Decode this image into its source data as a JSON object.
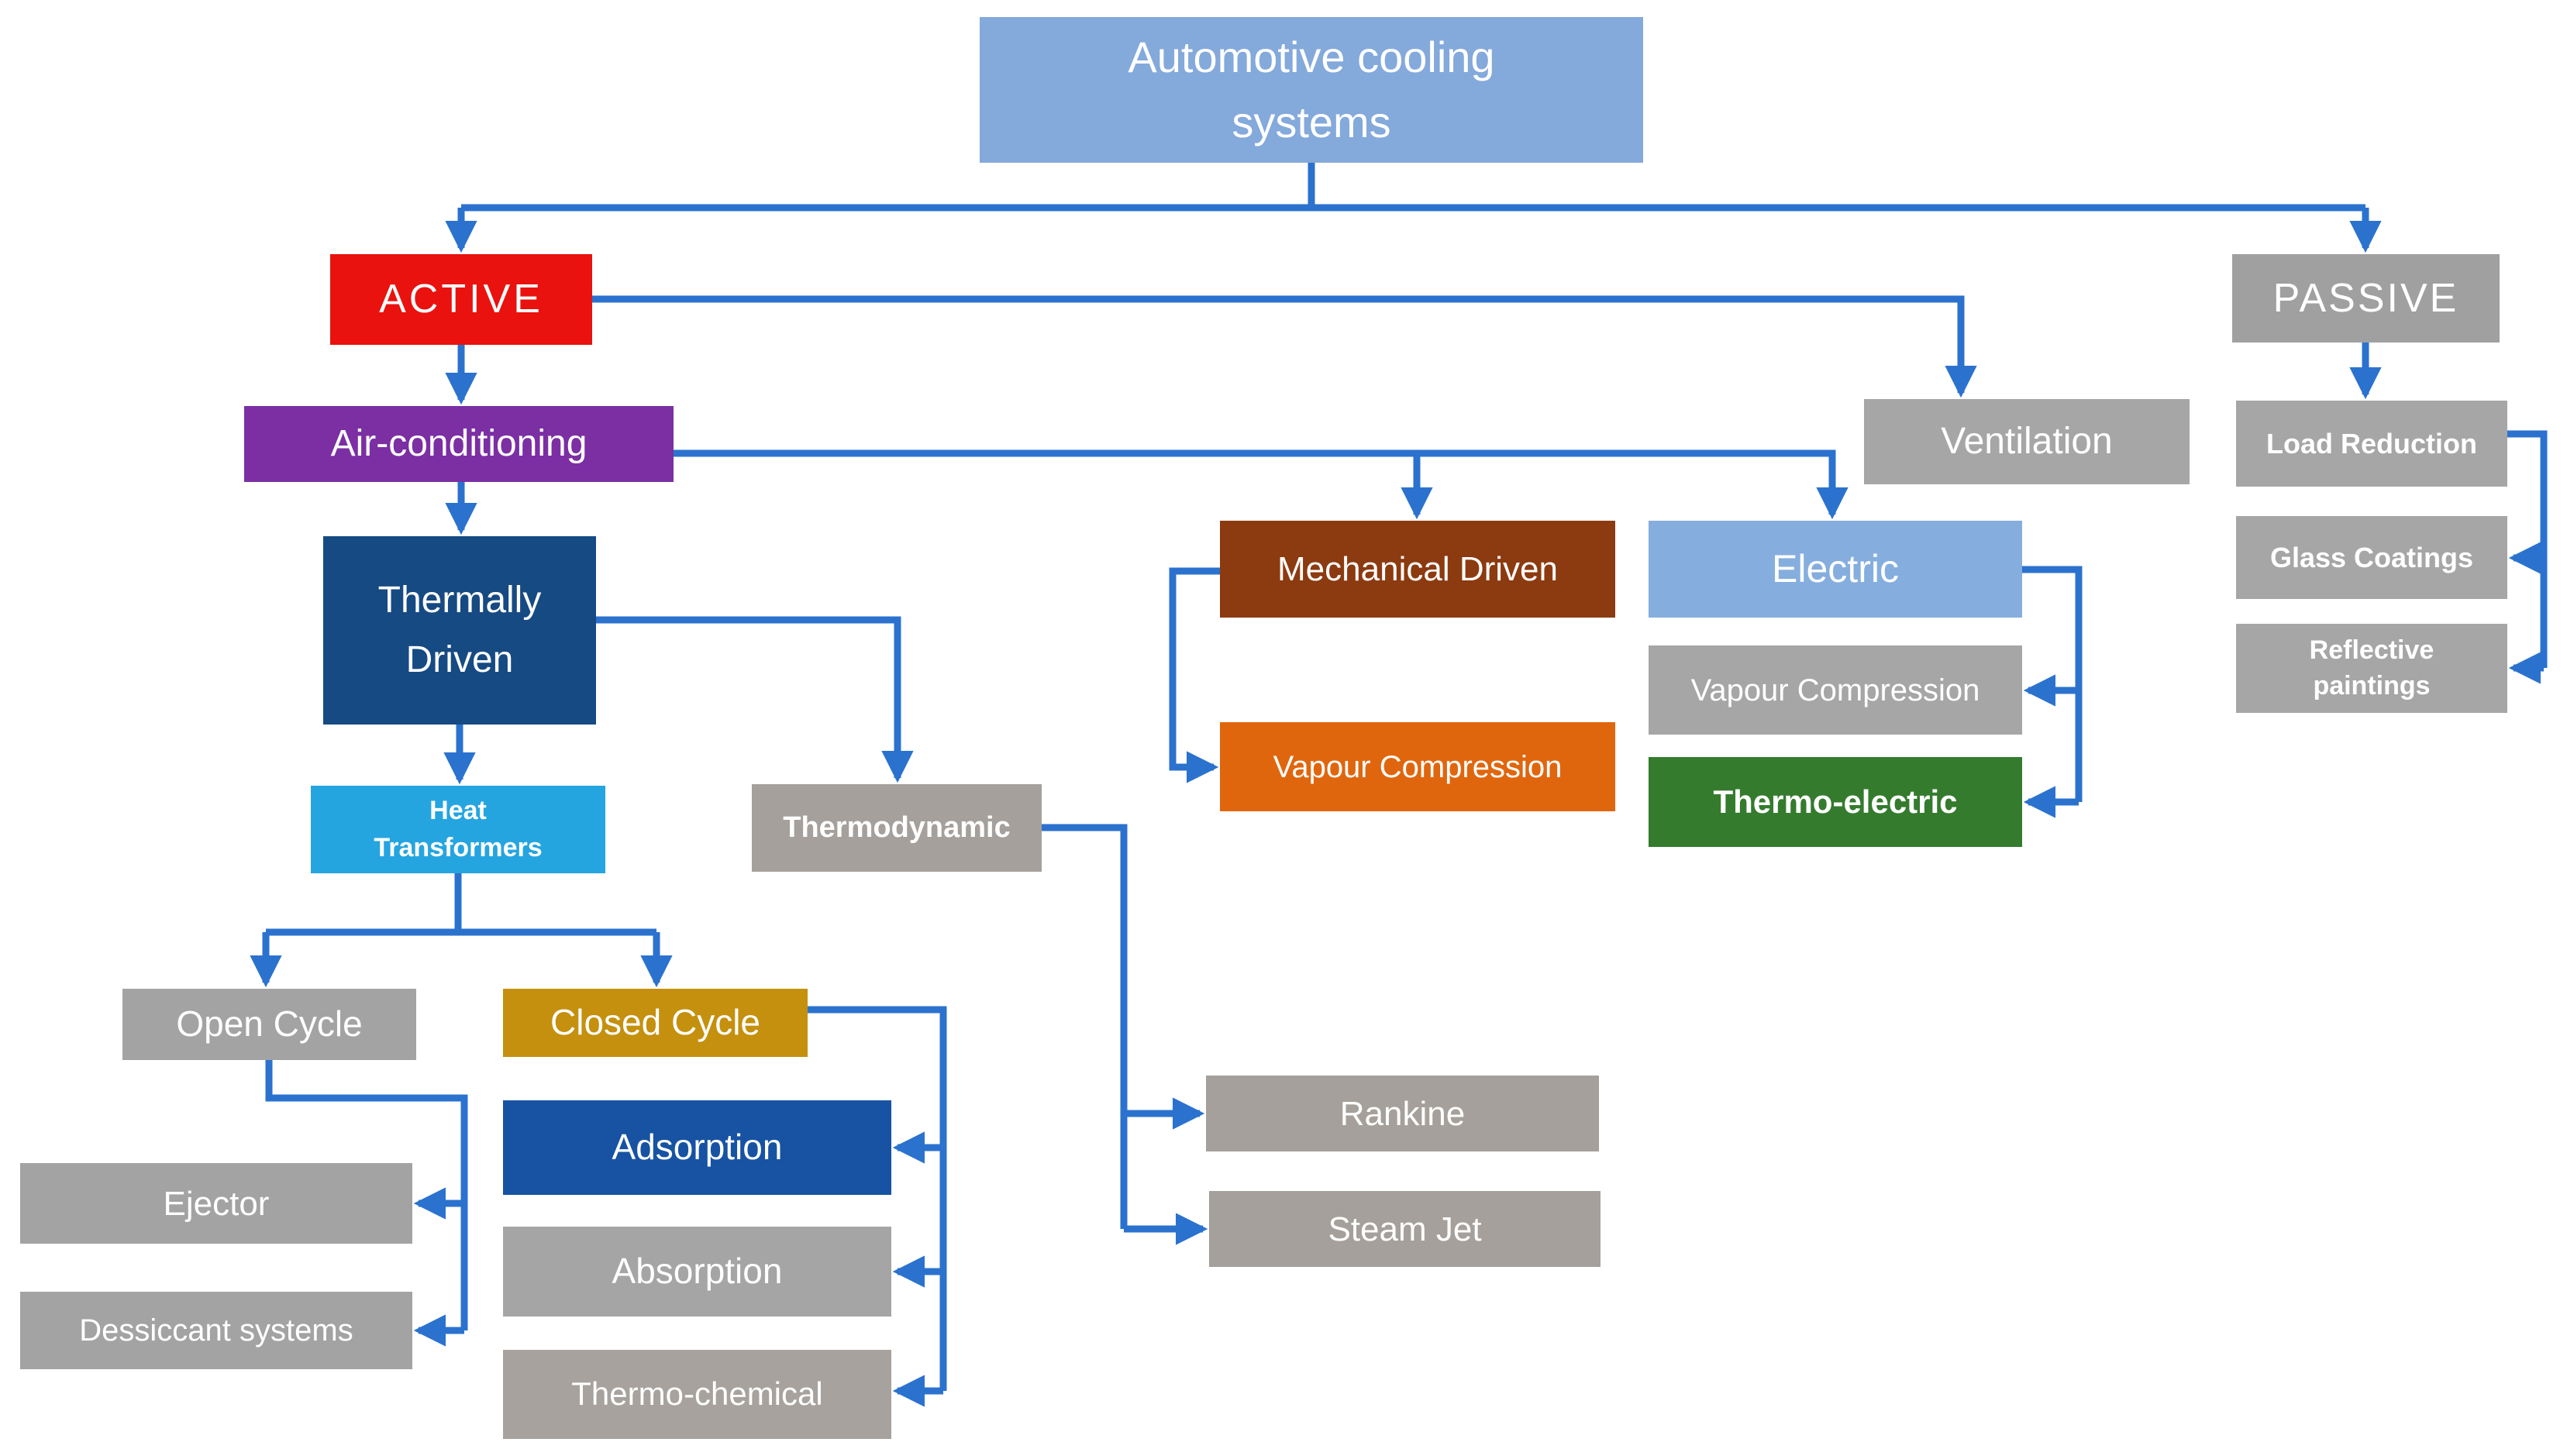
{
  "diagram": {
    "type": "flowchart",
    "title": "Automotive cooling systems",
    "connector_color": "#2B72CE",
    "nodes": {
      "root": {
        "label": "Automotive cooling\nsystems",
        "fill": "#84A9DB",
        "text_color": "#FFFFFF"
      },
      "active": {
        "label": "ACTIVE",
        "fill": "#E9120E",
        "text_color": "#FFFFFF"
      },
      "passive": {
        "label": "PASSIVE",
        "fill": "#A0A0A0",
        "text_color": "#FFFFFF"
      },
      "air_conditioning": {
        "label": "Air-conditioning",
        "fill": "#7B2FA3",
        "text_color": "#FFFFFF"
      },
      "ventilation": {
        "label": "Ventilation",
        "fill": "#A6A6A6",
        "text_color": "#FFFFFF"
      },
      "thermally_driven": {
        "label": "Thermally\nDriven",
        "fill": "#164A82",
        "text_color": "#FFFFFF"
      },
      "heat_transformers": {
        "label": "Heat\nTransformers",
        "fill": "#25A5E0",
        "text_color": "#FFFFFF"
      },
      "thermodynamic": {
        "label": "Thermodynamic",
        "fill": "#A5A09B",
        "text_color": "#FFFFFF"
      },
      "open_cycle": {
        "label": "Open Cycle",
        "fill": "#A3A3A3",
        "text_color": "#FFFFFF"
      },
      "closed_cycle": {
        "label": "Closed Cycle",
        "fill": "#C4900E",
        "text_color": "#FFFFFF"
      },
      "adsorption": {
        "label": "Adsorption",
        "fill": "#1753A2",
        "text_color": "#FFFFFF"
      },
      "absorption": {
        "label": "Absorption",
        "fill": "#A5A5A5",
        "text_color": "#FFFFFF"
      },
      "thermo_chemical": {
        "label": "Thermo-chemical",
        "fill": "#A7A29D",
        "text_color": "#FFFFFF"
      },
      "ejector": {
        "label": "Ejector",
        "fill": "#A3A3A3",
        "text_color": "#FFFFFF"
      },
      "dessiccant_systems": {
        "label": "Dessiccant systems",
        "fill": "#A3A3A3",
        "text_color": "#FFFFFF"
      },
      "rankine": {
        "label": "Rankine",
        "fill": "#A5A09B",
        "text_color": "#FFFFFF"
      },
      "steam_jet": {
        "label": "Steam Jet",
        "fill": "#A5A09B",
        "text_color": "#FFFFFF"
      },
      "mechanical_driven": {
        "label": "Mechanical Driven",
        "fill": "#8C3A10",
        "text_color": "#FFFFFF"
      },
      "vapour_compression_mechanical": {
        "label": "Vapour Compression",
        "fill": "#E0660E",
        "text_color": "#FFFFFF"
      },
      "electric": {
        "label": "Electric",
        "fill": "#85AEDE",
        "text_color": "#FFFFFF"
      },
      "vapour_compression_electric": {
        "label": "Vapour Compression",
        "fill": "#A6A6A6",
        "text_color": "#FFFFFF"
      },
      "thermo_electric": {
        "label": "Thermo-electric",
        "fill": "#347B2E",
        "text_color": "#FFFFFF"
      },
      "load_reduction": {
        "label": "Load Reduction",
        "fill": "#A6A6A6",
        "text_color": "#FFFFFF"
      },
      "glass_coatings": {
        "label": "Glass Coatings",
        "fill": "#A6A6A6",
        "text_color": "#FFFFFF"
      },
      "reflective_paintings": {
        "label": "Reflective\npaintings",
        "fill": "#A6A6A6",
        "text_color": "#FFFFFF"
      }
    },
    "edges": [
      {
        "from": "root",
        "to": "active"
      },
      {
        "from": "root",
        "to": "passive"
      },
      {
        "from": "active",
        "to": "air_conditioning"
      },
      {
        "from": "active",
        "to": "ventilation"
      },
      {
        "from": "air_conditioning",
        "to": "thermally_driven"
      },
      {
        "from": "air_conditioning",
        "to": "mechanical_driven"
      },
      {
        "from": "air_conditioning",
        "to": "electric"
      },
      {
        "from": "thermally_driven",
        "to": "heat_transformers"
      },
      {
        "from": "thermally_driven",
        "to": "thermodynamic"
      },
      {
        "from": "heat_transformers",
        "to": "open_cycle"
      },
      {
        "from": "heat_transformers",
        "to": "closed_cycle"
      },
      {
        "from": "open_cycle",
        "to": "ejector"
      },
      {
        "from": "open_cycle",
        "to": "dessiccant_systems"
      },
      {
        "from": "closed_cycle",
        "to": "adsorption"
      },
      {
        "from": "closed_cycle",
        "to": "absorption"
      },
      {
        "from": "closed_cycle",
        "to": "thermo_chemical"
      },
      {
        "from": "thermodynamic",
        "to": "rankine"
      },
      {
        "from": "thermodynamic",
        "to": "steam_jet"
      },
      {
        "from": "mechanical_driven",
        "to": "vapour_compression_mechanical"
      },
      {
        "from": "electric",
        "to": "vapour_compression_electric"
      },
      {
        "from": "electric",
        "to": "thermo_electric"
      },
      {
        "from": "passive",
        "to": "load_reduction"
      },
      {
        "from": "load_reduction",
        "to": "glass_coatings"
      },
      {
        "from": "load_reduction",
        "to": "reflective_paintings"
      }
    ]
  }
}
